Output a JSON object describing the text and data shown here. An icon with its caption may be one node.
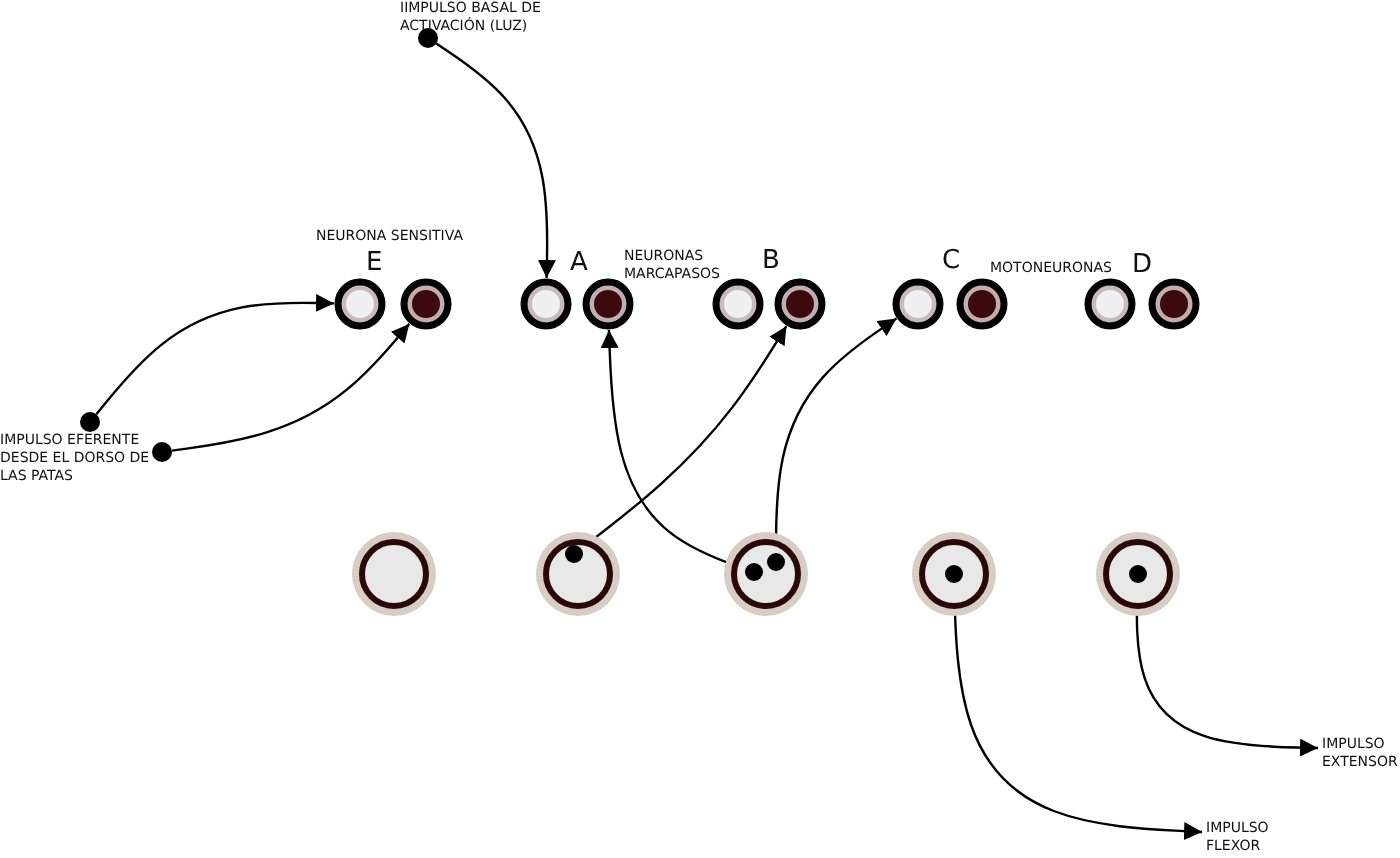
{
  "diagram": {
    "nodes": [
      {
        "text": [],
        "shape": "circle"
      },
      {
        "text": [],
        "shape": "circle"
      },
      {
        "text": [],
        "shape": "circle"
      },
      {
        "text": [],
        "shape": "circle"
      },
      {
        "text": [],
        "shape": "circle"
      },
      {
        "text": [],
        "shape": "circle"
      },
      {
        "text": [],
        "shape": "circle"
      },
      {
        "text": [],
        "shape": "circle"
      },
      {
        "text": [],
        "shape": "circle"
      },
      {
        "text": [],
        "shape": "circle"
      },
      {
        "text": [],
        "shape": "circle"
      },
      {
        "text": [],
        "shape": "circle"
      },
      {
        "text": [],
        "shape": "circle"
      },
      {
        "text": [],
        "shape": "circle"
      },
      {
        "text": [],
        "shape": "circle"
      },
      {
        "text": [],
        "shape": "circle"
      },
      {
        "text": [],
        "shape": "circle"
      },
      {
        "text": [],
        "shape": "circle"
      },
      {
        "text": [
          "IMPULSO EXTENSOR"
        ]
      },
      {
        "text": [
          "IMPULSO FLEXOR"
        ]
      }
    ],
    "edges": [
      {
        "from": 0,
        "to": 3,
        "arrow": "to"
      },
      {
        "from": 11,
        "to": 1,
        "arrow": "to"
      },
      {
        "from": 12,
        "to": 2,
        "arrow": "to"
      },
      {
        "from": 14,
        "to": 6,
        "arrow": "to"
      },
      {
        "from": 15,
        "to": 4,
        "arrow": "to"
      },
      {
        "from": 15,
        "to": 7,
        "arrow": "to"
      },
      {
        "from": 16,
        "to": 19,
        "arrow": "to"
      },
      {
        "from": 17,
        "to": 18,
        "arrow": "to"
      }
    ],
    "labels": [
      "IIMPULSO BASAL DE ACTIVACIÓN (LUZ)",
      "NEURONA SENSITIVA",
      "E",
      "A",
      "NEURONAS MARCAPASOS",
      "B",
      "C",
      "MOTONEURONAS",
      "D",
      "IMPULSO EFERENTE DESDE EL DORSO DE LAS PATAS"
    ]
  }
}
